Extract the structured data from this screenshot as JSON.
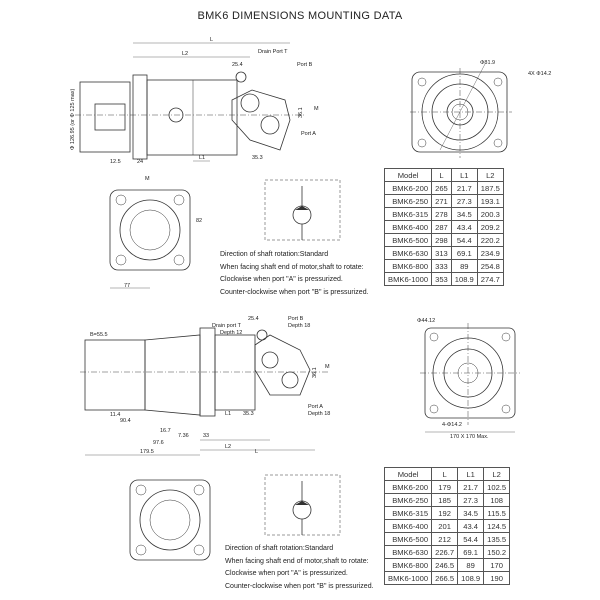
{
  "title": "BMK6  DIMENSIONS MOUNTING DATA",
  "top_drawing": {
    "labels": {
      "L": "L",
      "L2": "L2",
      "L1": "L1",
      "drain": "Drain Port T",
      "port_b": "Port B",
      "port_a": "Port A",
      "d25_4": "25.4",
      "d36_1": "36.1",
      "d35_3": "35.3",
      "d12_5": "12.5",
      "d24": "24",
      "dia": "Φ 126.95 (or Φ 125 max)",
      "M": "M",
      "d82": "82",
      "d77": "77",
      "d81_9": "Φ81.9",
      "holes": "4X Φ14.2"
    }
  },
  "top_table": {
    "headers": [
      "Model",
      "L",
      "L1",
      "L2"
    ],
    "rows": [
      [
        "BMK6-200",
        "265",
        "21.7",
        "187.5"
      ],
      [
        "BMK6-250",
        "271",
        "27.3",
        "193.1"
      ],
      [
        "BMK6-315",
        "278",
        "34.5",
        "200.3"
      ],
      [
        "BMK6-400",
        "287",
        "43.4",
        "209.2"
      ],
      [
        "BMK6-500",
        "298",
        "54.4",
        "220.2"
      ],
      [
        "BMK6-630",
        "313",
        "69.1",
        "234.9"
      ],
      [
        "BMK6-800",
        "333",
        "89",
        "254.8"
      ],
      [
        "BMK6-1000",
        "353",
        "108.9",
        "274.7"
      ]
    ]
  },
  "bottom_drawing": {
    "labels": {
      "B": "B=55.5",
      "drain": "Drain port T",
      "drain_depth": "Depth 12",
      "port_b": "Port B",
      "port_b_depth": "Depth 18",
      "port_a": "Port A",
      "port_a_depth": "Depth 18",
      "d25_4": "25.4",
      "d36_1": "36.1",
      "d35_3": "35.3",
      "L1": "L1",
      "L2": "L2",
      "L": "L",
      "d90_4": "90.4",
      "d16_7": "16.7",
      "d7_36": "7.36",
      "d33": "33",
      "d97_6": "97.6",
      "d179_5": "179.5",
      "d44_12": "Φ44.12",
      "d4_14_2": "4-Φ14.2",
      "d170": "170 X 170 Max.",
      "d11_4": "11.4",
      "M": "M"
    }
  },
  "bottom_table": {
    "headers": [
      "Model",
      "L",
      "L1",
      "L2"
    ],
    "rows": [
      [
        "BMK6-200",
        "179",
        "21.7",
        "102.5"
      ],
      [
        "BMK6-250",
        "185",
        "27.3",
        "108"
      ],
      [
        "BMK6-315",
        "192",
        "34.5",
        "115.5"
      ],
      [
        "BMK6-400",
        "201",
        "43.4",
        "124.5"
      ],
      [
        "BMK6-500",
        "212",
        "54.4",
        "135.5"
      ],
      [
        "BMK6-630",
        "226.7",
        "69.1",
        "150.2"
      ],
      [
        "BMK6-800",
        "246.5",
        "89",
        "170"
      ],
      [
        "BMK6-1000",
        "266.5",
        "108.9",
        "190"
      ]
    ]
  },
  "notes": [
    "Direction of shaft rotation:Standard",
    "When facing shaft end of motor,shaft to rotate:",
    "Clockwise when port \"A\" is pressurized.",
    "Counter-clockwise when port \"B\" is pressurized."
  ]
}
